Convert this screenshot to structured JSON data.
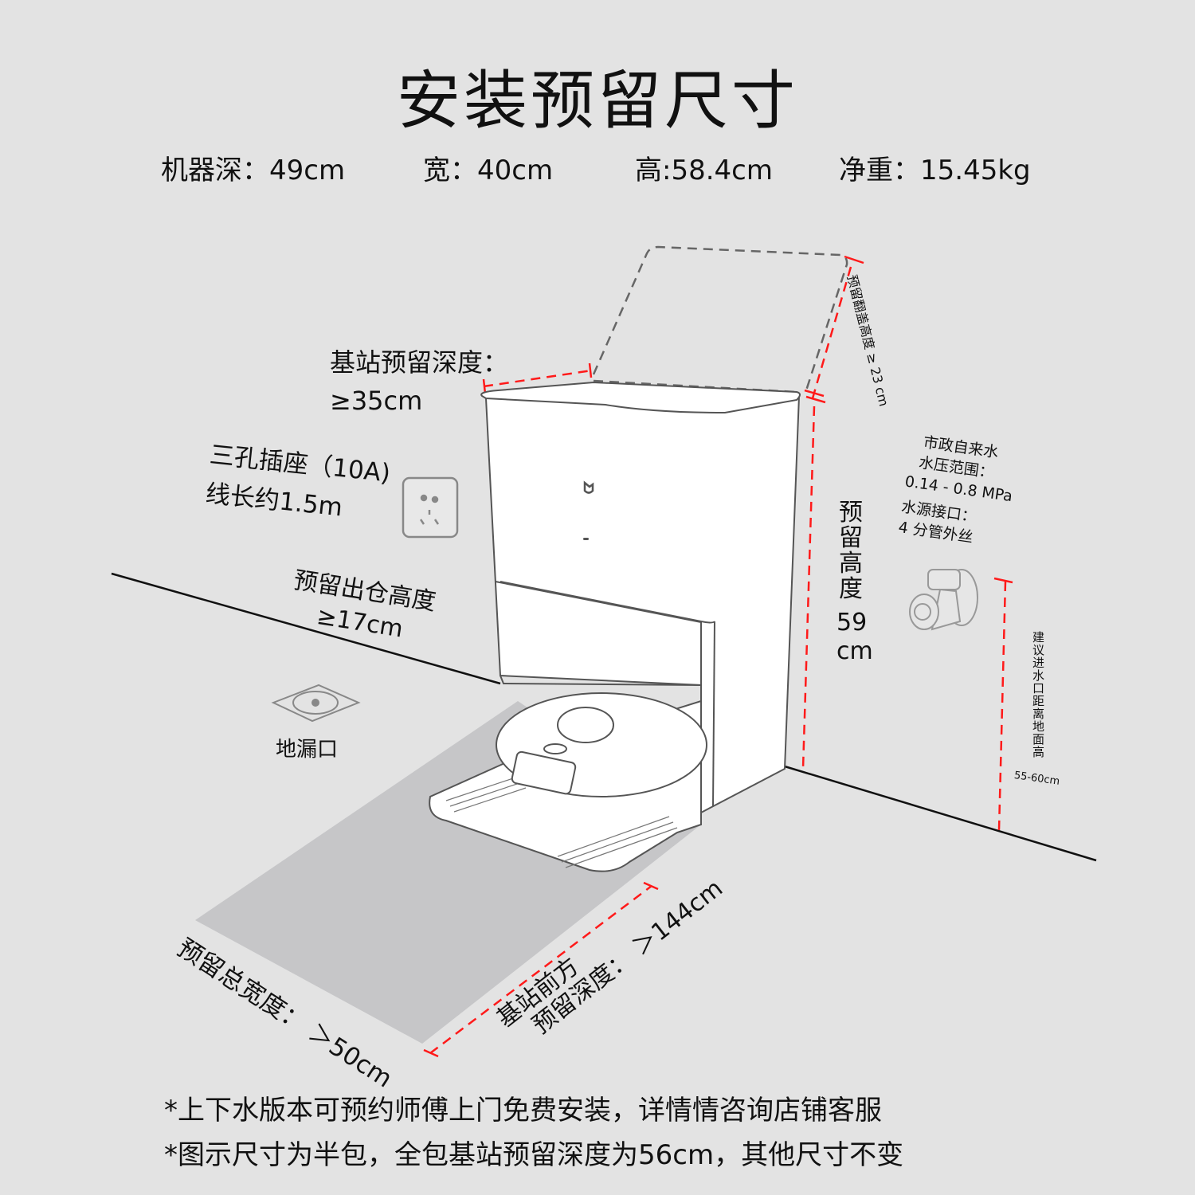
{
  "title": "安装预留尺寸",
  "specs": [
    {
      "label": "机器深：",
      "value": "49cm"
    },
    {
      "label": "宽：",
      "value": "40cm"
    },
    {
      "label": "高:",
      "value": "58.4cm"
    },
    {
      "label": "净重：",
      "value": "15.45kg"
    }
  ],
  "annotations": {
    "dock_depth": {
      "line1": "基站预留深度：",
      "line2": "≥35cm"
    },
    "socket": {
      "line1": "三孔插座（10A)",
      "line2": "线长约1.5m"
    },
    "exit_height": {
      "line1": "预留出仓高度",
      "line2": "≥17cm"
    },
    "floor_drain": "地漏口",
    "lid_height": {
      "text": "预留翻盖高度",
      "value": "≥ 23",
      "unit": "cm"
    },
    "reserve_height": {
      "text": "预留高度",
      "value": "59",
      "unit": "cm"
    },
    "water": {
      "line1": "市政自来水",
      "line2": "水压范围：",
      "line3": "0.14 - 0.8 MPa",
      "line4": "水源接口：",
      "line5": "4 分管外丝"
    },
    "inlet_height": {
      "text": "建议进水口距离地面高",
      "value": "55-60cm"
    },
    "total_width": "预留总宽度：  ＞50cm",
    "front_depth": {
      "line1": "基站前方",
      "line2": "预留深度：  ＞144cm"
    }
  },
  "notes": [
    "*上下水版本可预约师傅上门免费安装，详情情咨询店铺客服",
    "*图示尺寸为半包，全包基站预留深度为56cm，其他尺寸不变"
  ],
  "colors": {
    "background": "#e3e3e3",
    "floor_zone": "#c6c6c8",
    "dimension_red": "#ff1a1a",
    "outline": "#555555",
    "text": "#111111"
  }
}
